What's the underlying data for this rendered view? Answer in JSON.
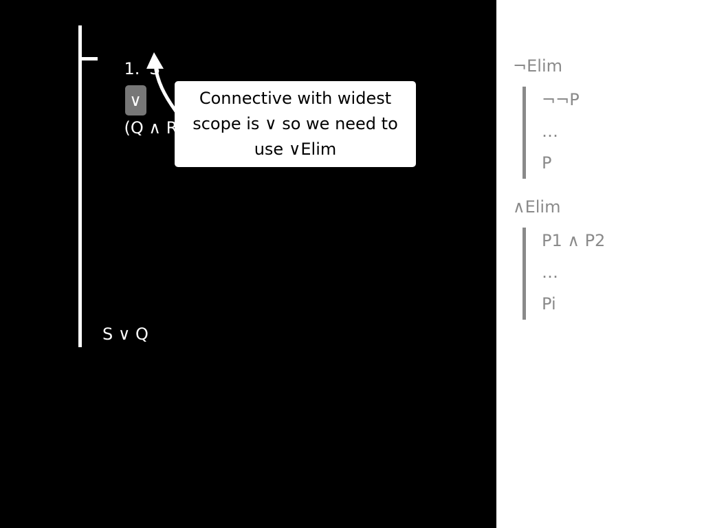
{
  "proof": {
    "premise": {
      "number": "1.",
      "left": "S",
      "main_connective": "∨",
      "right": "(Q ∧ R)"
    },
    "conclusion": "S ∨ Q"
  },
  "callout": {
    "text": "Connective with widest scope is ∨ so we need to use ∨Elim"
  },
  "rules": [
    {
      "title": "¬Elim",
      "steps": [
        "¬¬P",
        "…",
        "P"
      ]
    },
    {
      "title": "∧Elim",
      "steps": [
        "P1 ∧ P2",
        "…",
        "Pi"
      ]
    }
  ],
  "colors": {
    "proof_background": "#000000",
    "proof_text": "#ffffff",
    "highlight": "#777777",
    "rules_text": "#8a8a8a"
  }
}
